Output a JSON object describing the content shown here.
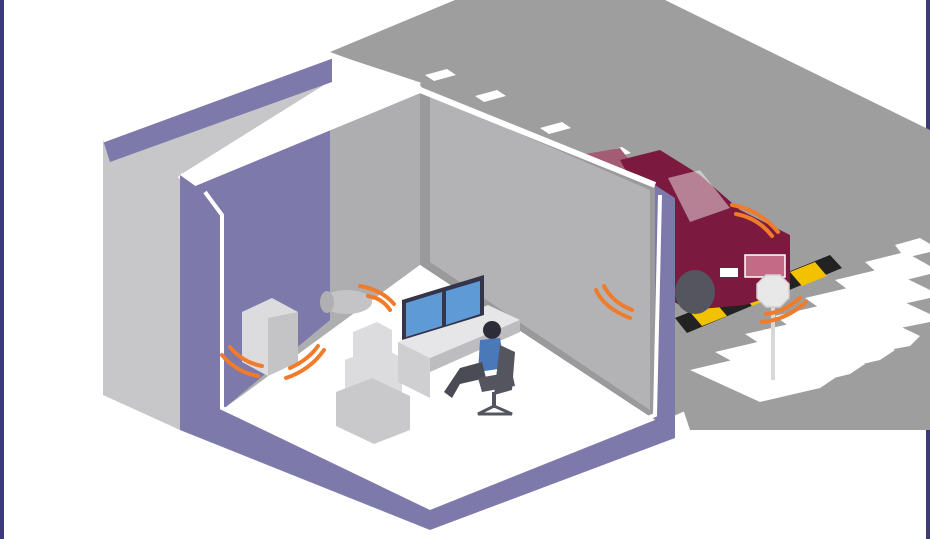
{
  "scene": {
    "type": "isometric-illustration",
    "description_elements": [
      "building-cutaway",
      "control-room",
      "road",
      "crosswalk",
      "pickup-truck",
      "speed-bump",
      "stop-sign"
    ],
    "colors": {
      "frame_border": "#3d3a78",
      "outer_wall": "#7d79ab",
      "wall_light": "#c7c7c9",
      "inner_wall_mid": "#aeaeb0",
      "inner_wall_dark": "#9a9a9c",
      "floor": "#ffffff",
      "road": "#9e9e9e",
      "road_marking": "#ffffff",
      "truck_body": "#7b1a3e",
      "truck_ghost": "#a45c74",
      "bump_yellow": "#f2c200",
      "bump_black": "#222222",
      "signal": "#f07b2a",
      "desk": "#e6e6e8",
      "monitor_screen": "#5d9ad6",
      "person_shirt": "#4a78b8",
      "person_pants": "#4b4b55",
      "chair": "#555560",
      "equipment": "#dcdcde"
    },
    "icons": {
      "signal_waves": "wifi-arc-icon",
      "stop_sign": "octagon-sign-icon"
    }
  }
}
